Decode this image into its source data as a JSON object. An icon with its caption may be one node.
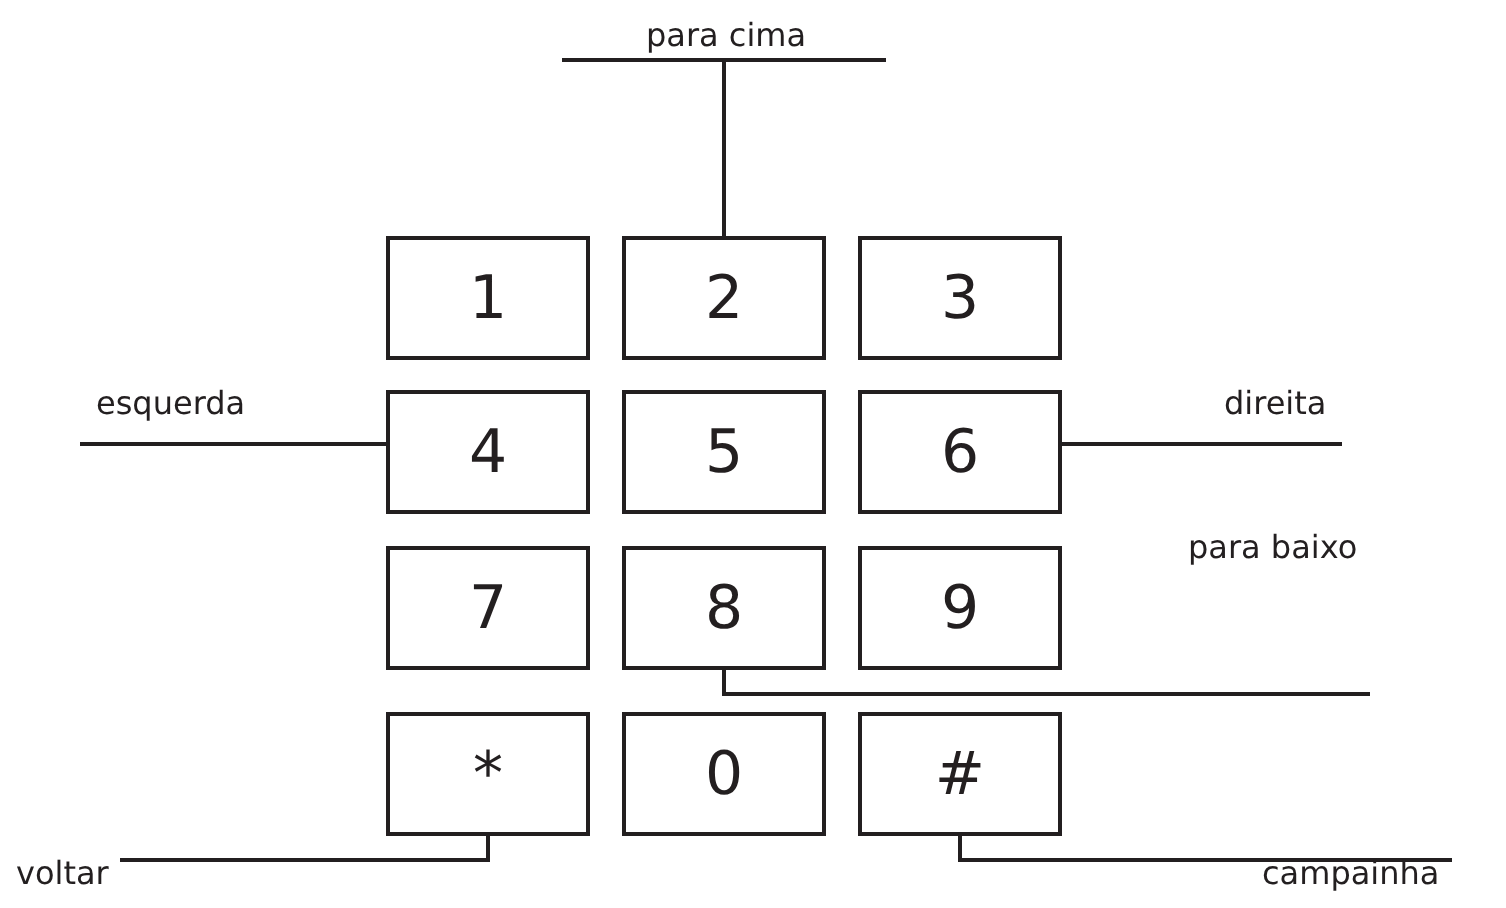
{
  "diagram": {
    "nodes": [
      {
        "text": [
          "para cima"
        ]
      },
      {
        "text": [
          "1"
        ]
      },
      {
        "text": [
          "2"
        ]
      },
      {
        "text": [
          "3"
        ]
      },
      {
        "text": [
          "esquerda"
        ]
      },
      {
        "text": [
          "4"
        ]
      },
      {
        "text": [
          "5"
        ]
      },
      {
        "text": [
          "6"
        ]
      },
      {
        "text": [
          "direita"
        ]
      },
      {
        "text": [
          "7"
        ]
      },
      {
        "text": [
          "8"
        ]
      },
      {
        "text": [
          "9"
        ]
      },
      {
        "text": [
          "para baixo"
        ]
      },
      {
        "text": [
          "*"
        ]
      },
      {
        "text": [
          "0"
        ]
      },
      {
        "text": [
          "#"
        ]
      },
      {
        "text": [
          "voltar"
        ]
      },
      {
        "text": [
          "campainha"
        ]
      }
    ],
    "edges": [
      {
        "from": 0,
        "to": 2,
        "arrow": "none"
      },
      {
        "from": 4,
        "to": 5,
        "arrow": "none"
      },
      {
        "from": 8,
        "to": 7,
        "arrow": "none"
      },
      {
        "from": 12,
        "to": 10,
        "arrow": "none"
      },
      {
        "from": 16,
        "to": 13,
        "arrow": "none"
      },
      {
        "from": 17,
        "to": 15,
        "arrow": "none"
      }
    ]
  }
}
